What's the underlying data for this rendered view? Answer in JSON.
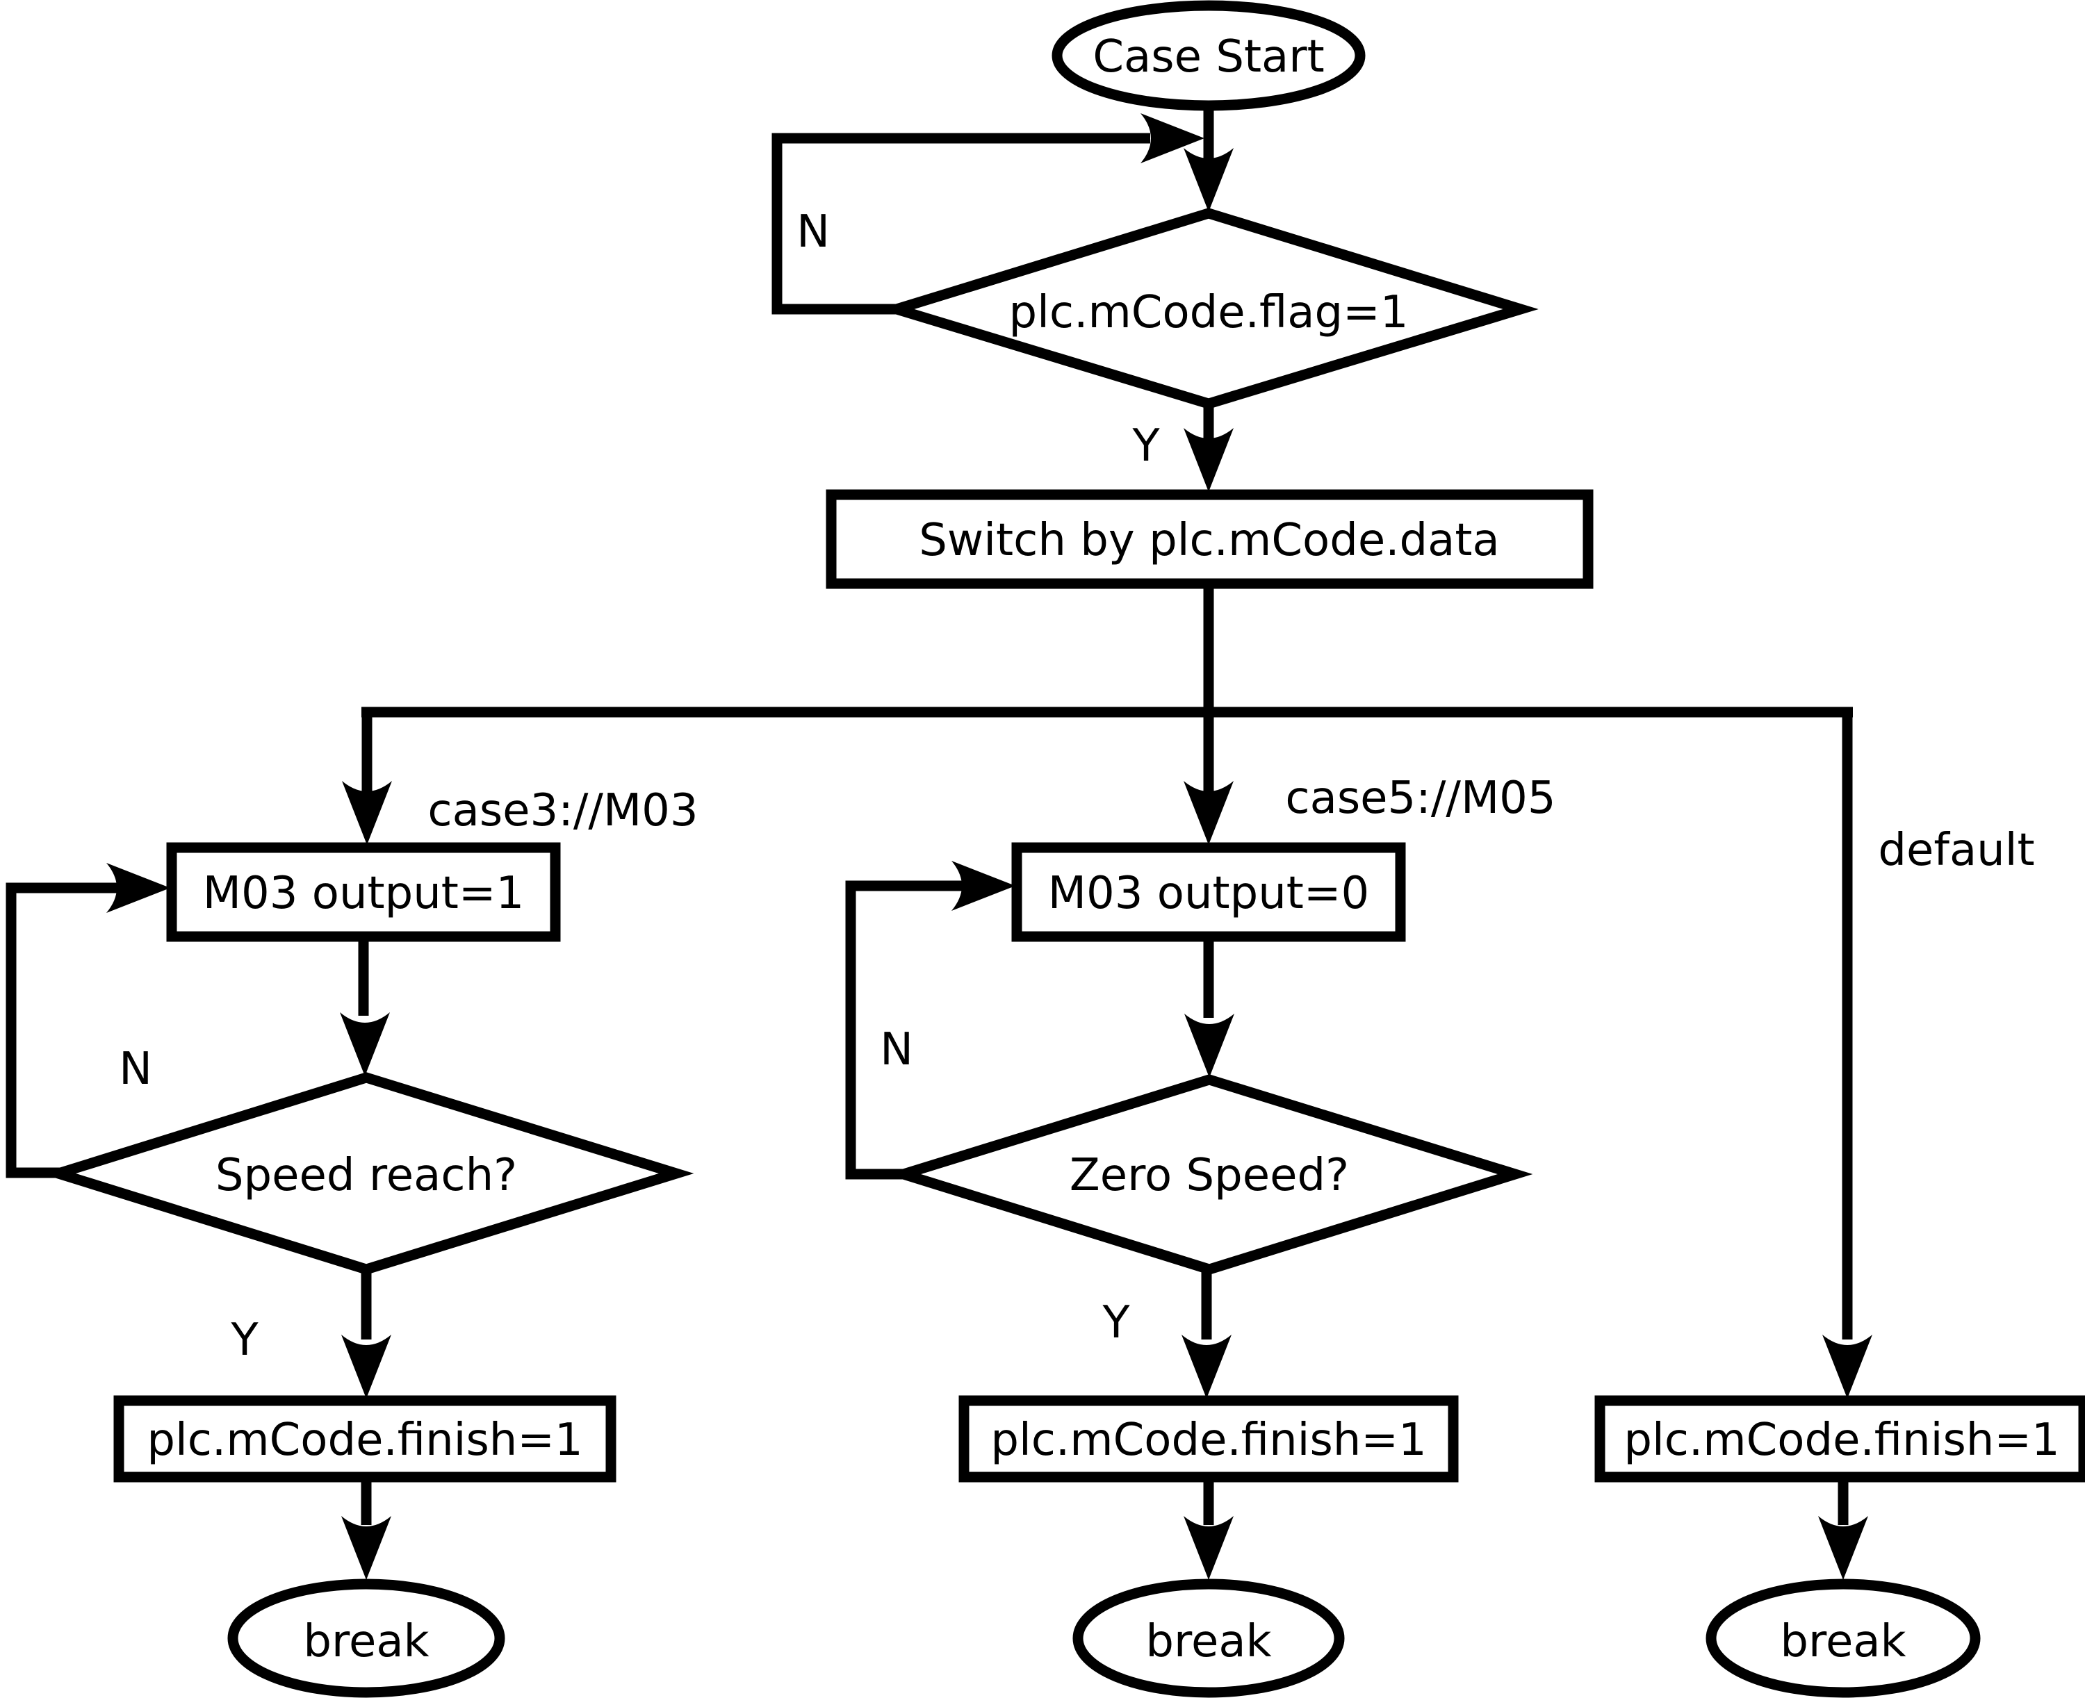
{
  "diagram": {
    "title": "M-code switch-case flowchart",
    "colors": {
      "stroke": "#000000",
      "background": "#ffffff"
    },
    "nodes": {
      "start": "Case Start",
      "flag_check": "plc.mCode.flag=1",
      "switch": "Switch by plc.mCode.data",
      "m03_output_1": "M03 output=1",
      "m03_output_0": "M03 output=0",
      "speed_reach": "Speed reach?",
      "zero_speed": "Zero Speed?",
      "finish_left": "plc.mCode.finish=1",
      "finish_middle": "plc.mCode.finish=1",
      "finish_right": "plc.mCode.finish=1",
      "break_left": "break",
      "break_middle": "break",
      "break_right": "break"
    },
    "edge_labels": {
      "n_top": "N",
      "y_top": "Y",
      "case3": "case3://M03",
      "case5": "case5://M05",
      "default": "default",
      "n_left": "N",
      "y_left": "Y",
      "n_middle": "N",
      "y_middle": "Y"
    }
  }
}
